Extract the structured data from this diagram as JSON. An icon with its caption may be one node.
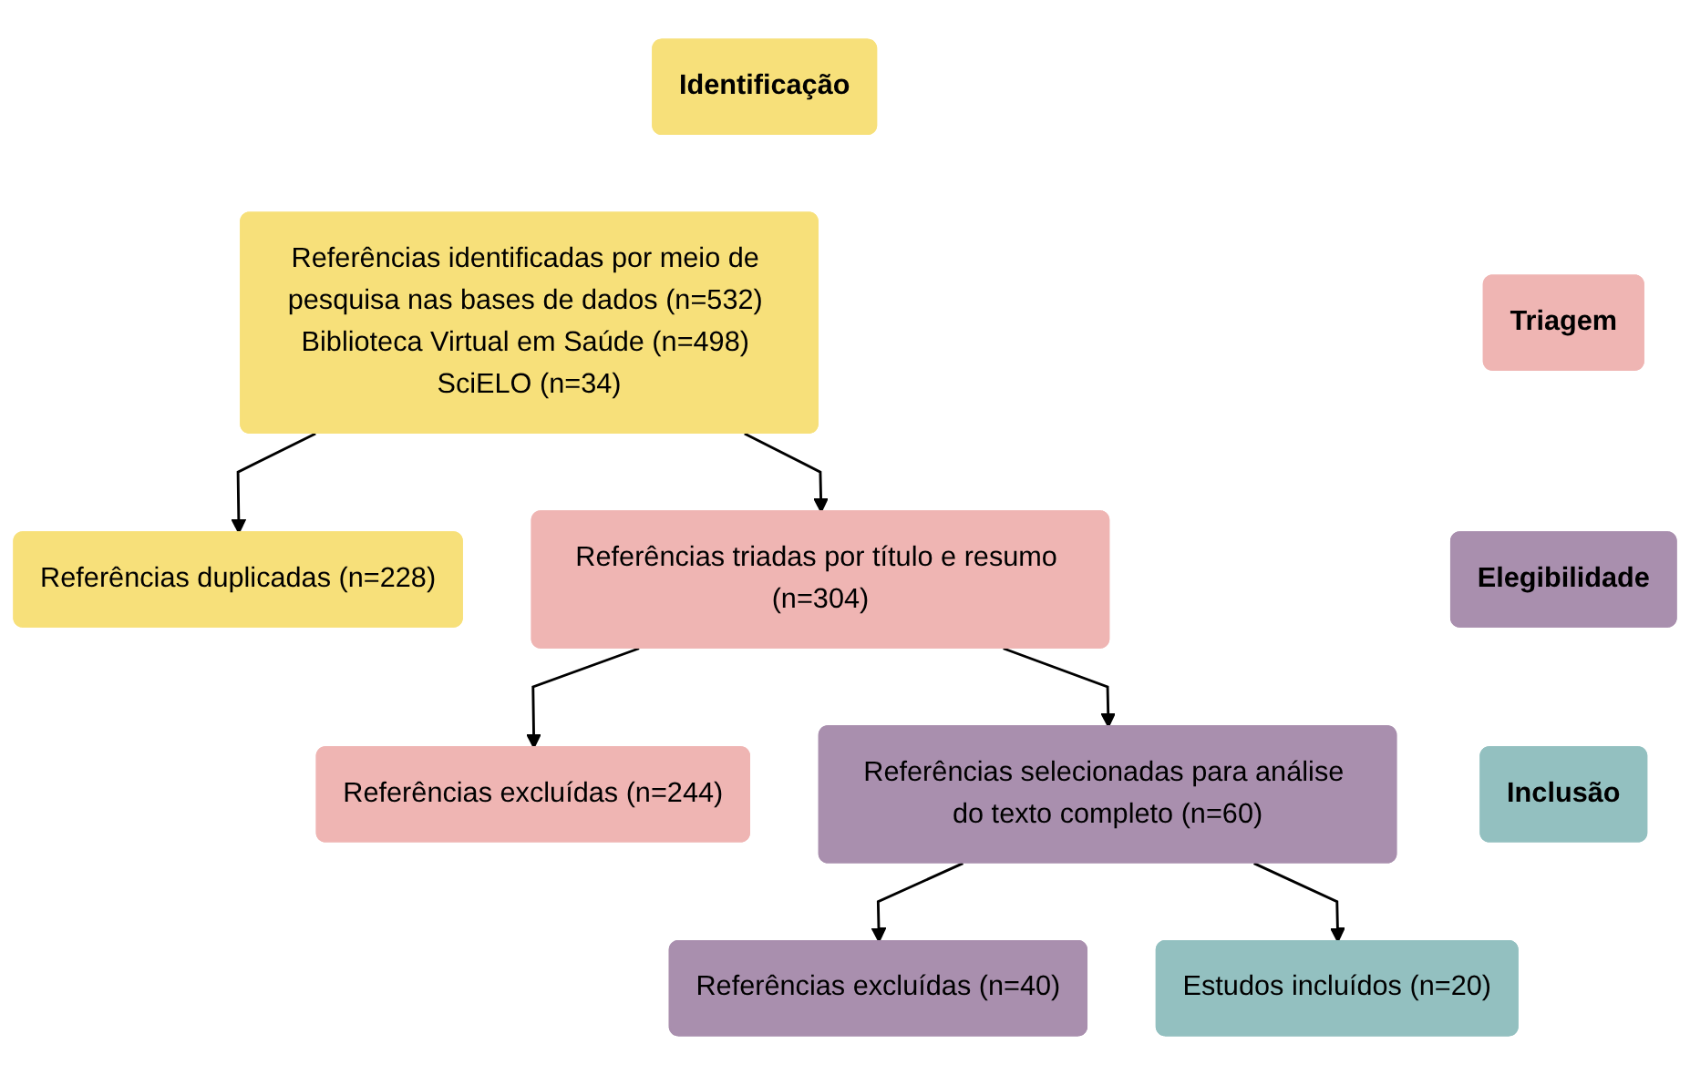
{
  "diagram": {
    "nodes": [
      {
        "text": [
          "Identificação"
        ]
      },
      {
        "text": [
          "Referências identificadas por meio de pesquisa nas bases de dados (n=532) Biblioteca Virtual em Saúde (n=498) SciELO (n=34)"
        ]
      },
      {
        "text": [
          "Referências duplicadas (n=228)"
        ]
      },
      {
        "text": [
          "Triagem"
        ]
      },
      {
        "text": [
          "Referências triadas por título e resumo (n=304)"
        ]
      },
      {
        "text": [
          "Referências excluídas (n=244)"
        ]
      },
      {
        "text": [
          "Elegibilidade"
        ]
      },
      {
        "text": [
          "Referências selecionadas para análise do texto completo (n=60)"
        ]
      },
      {
        "text": [
          "Referências excluídas (n=40)"
        ]
      },
      {
        "text": [
          "Inclusão"
        ]
      },
      {
        "text": [
          "Estudos incluídos (n=20)"
        ]
      }
    ],
    "edges": [
      {
        "from": 1,
        "to": 2,
        "arrow": "to"
      },
      {
        "from": 1,
        "to": 4,
        "arrow": "to"
      },
      {
        "from": 4,
        "to": 5,
        "arrow": "to"
      },
      {
        "from": 4,
        "to": 7,
        "arrow": "to"
      },
      {
        "from": 7,
        "to": 8,
        "arrow": "to"
      },
      {
        "from": 7,
        "to": 10,
        "arrow": "to"
      }
    ]
  }
}
